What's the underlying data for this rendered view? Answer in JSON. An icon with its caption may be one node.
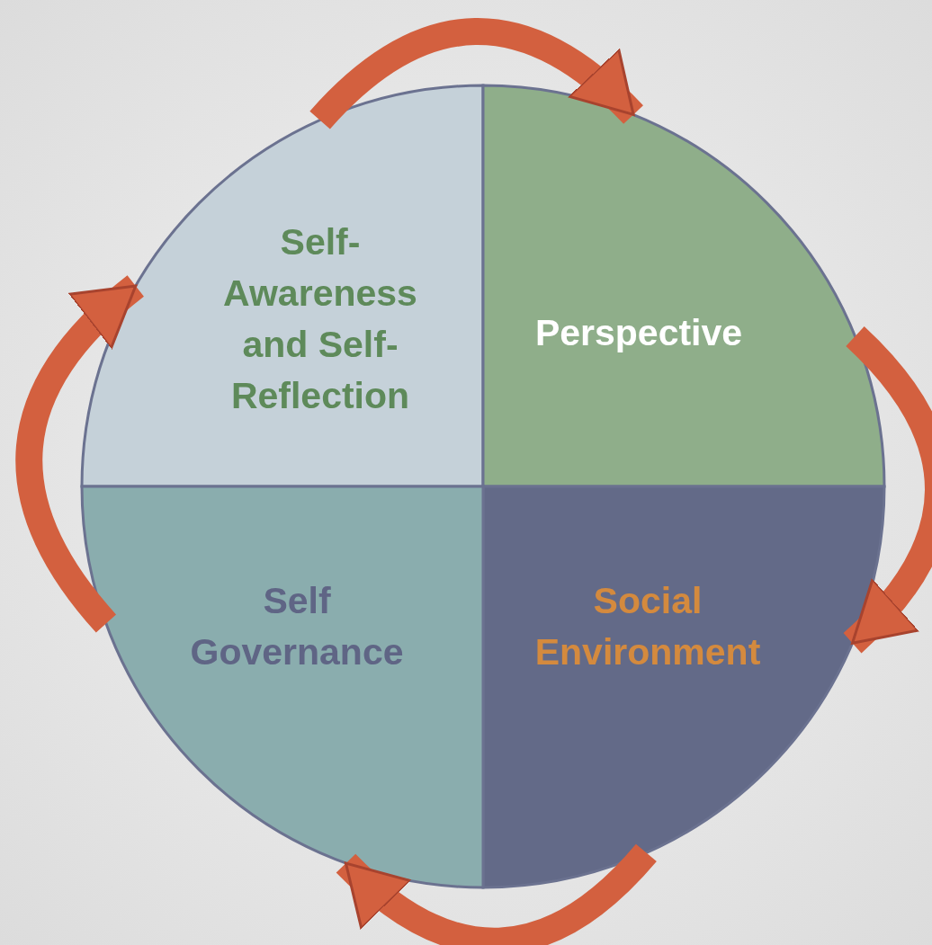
{
  "diagram": {
    "nodes": [
      {
        "text": [
          "Self-Awareness and Self-Reflection"
        ]
      },
      {
        "text": [
          "Perspective"
        ]
      },
      {
        "text": [
          "Social Environment"
        ]
      },
      {
        "text": [
          "Self Governance"
        ]
      }
    ],
    "edges": [
      {
        "from": 0,
        "to": 1,
        "arrow": "to"
      },
      {
        "from": 1,
        "to": 2,
        "arrow": "to"
      },
      {
        "from": 2,
        "to": 3,
        "arrow": "to"
      },
      {
        "from": 3,
        "to": 0,
        "arrow": "to"
      }
    ]
  }
}
